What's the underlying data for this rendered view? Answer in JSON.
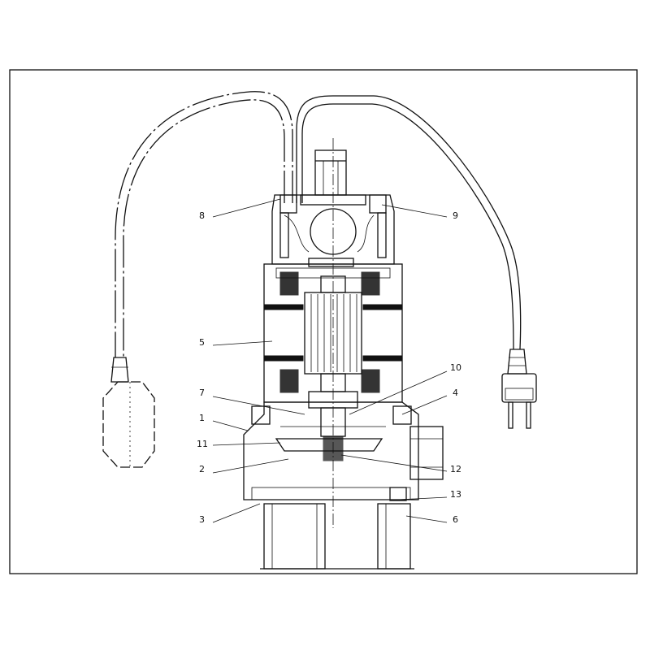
{
  "drawing": {
    "title": "Submersible pump sectional drawing",
    "callouts": [
      {
        "id": "8",
        "text": "8"
      },
      {
        "id": "9",
        "text": "9"
      },
      {
        "id": "5",
        "text": "5"
      },
      {
        "id": "10",
        "text": "10"
      },
      {
        "id": "7",
        "text": "7"
      },
      {
        "id": "4",
        "text": "4"
      },
      {
        "id": "1",
        "text": "1"
      },
      {
        "id": "11",
        "text": "11"
      },
      {
        "id": "2",
        "text": "2"
      },
      {
        "id": "12",
        "text": "12"
      },
      {
        "id": "3",
        "text": "3"
      },
      {
        "id": "13",
        "text": "13"
      },
      {
        "id": "6",
        "text": "6"
      }
    ]
  }
}
